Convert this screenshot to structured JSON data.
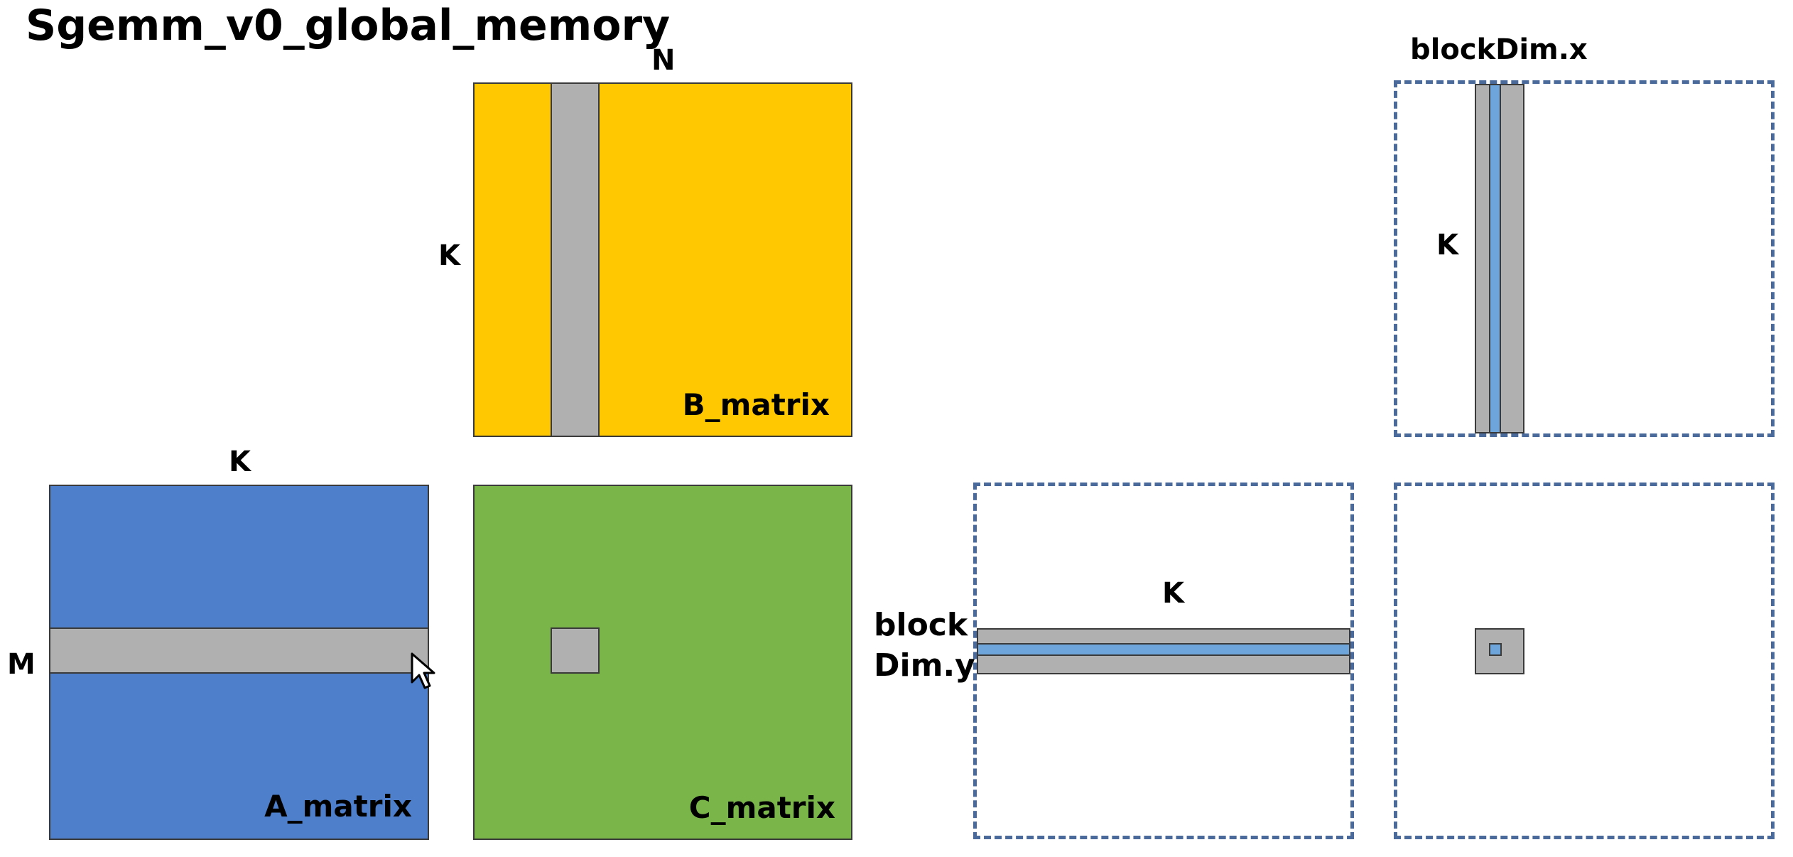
{
  "title": "Sgemm_v0_global_memory",
  "b_matrix": {
    "name": "B_matrix",
    "top_label": "N",
    "left_label": "K",
    "color": "#FFC800"
  },
  "a_matrix": {
    "name": "A_matrix",
    "top_label": "K",
    "left_label": "M",
    "color": "#4E7FCB"
  },
  "c_matrix": {
    "name": "C_matrix",
    "color": "#7AB54A"
  },
  "block_row": {
    "top_label": "K",
    "left_label_line1": "block",
    "left_label_line2": "Dim.y"
  },
  "block_col": {
    "top_label": "blockDim.x",
    "left_label": "K"
  },
  "colors": {
    "strip": "#B0B0B0",
    "thread": "#6EA6DC",
    "dashed_border": "#4A6A9C"
  }
}
